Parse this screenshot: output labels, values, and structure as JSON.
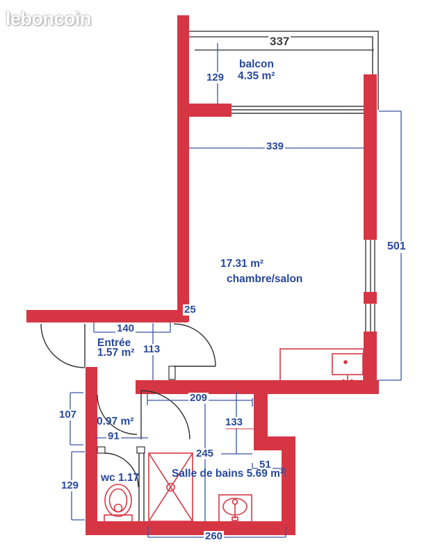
{
  "logo": "leboncoin",
  "rooms": {
    "balcon": {
      "name": "balcon",
      "area": "4.35 m²"
    },
    "chambre": {
      "area": "17.31 m²",
      "name": "chambre/salon"
    },
    "entree": {
      "name": "Entrée",
      "area": "1.57 m²"
    },
    "degagement": {
      "area": "0.97 m²"
    },
    "wc": {
      "label": "wc 1.17"
    },
    "salle_de_bains": {
      "label": "Salle de bains 5.69 m²"
    }
  },
  "dimensions": {
    "balcon_width": "337",
    "balcon_depth": "129",
    "chambre_width": "339",
    "chambre_height": "501",
    "wall_offset": "25",
    "entree_width": "140",
    "entree_depth": "113",
    "bas_width": "209",
    "degagement_height": "107",
    "degagement_width": "91",
    "sdb_offset_h": "133",
    "sdb_height": "245",
    "step_width": "51",
    "wc_height": "129",
    "sdb_width": "260"
  },
  "colors": {
    "wall_red": "#d63644",
    "dimension_blue": "#27489b",
    "outline_dark": "#3a3a3a"
  }
}
